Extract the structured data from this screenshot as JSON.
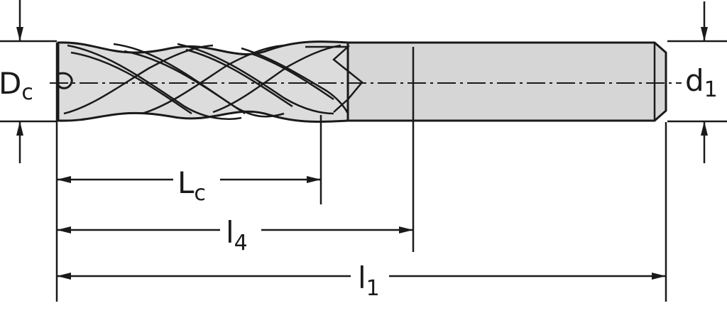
{
  "drawing": {
    "colors": {
      "line": "#1a1a1a",
      "shank_fill": "#d6d6d6",
      "flute_fill": "#dcdcdc",
      "background": "#ffffff"
    },
    "dimensions": {
      "cutting_diameter": {
        "main": "D",
        "sub": "c"
      },
      "shank_diameter": {
        "main": "d",
        "sub": "1"
      },
      "cutting_length": {
        "main": "L",
        "sub": "c"
      },
      "body_length": {
        "main": "l",
        "sub": "4"
      },
      "overall_length": {
        "main": "l",
        "sub": "1"
      }
    }
  }
}
